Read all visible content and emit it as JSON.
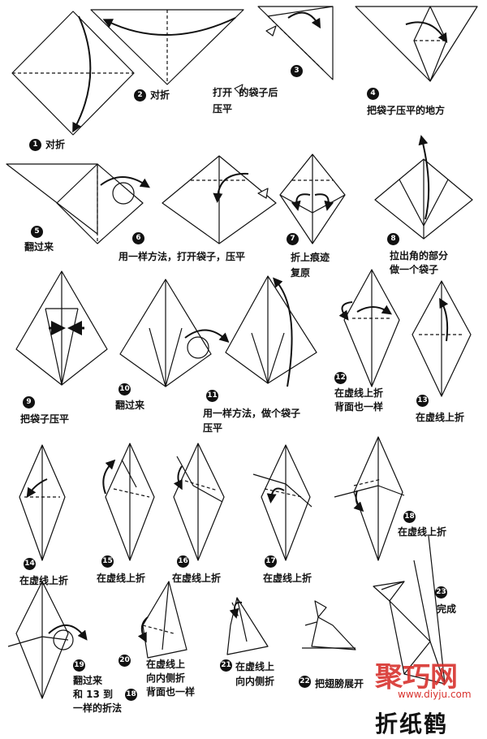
{
  "title": "折纸鹤",
  "watermark": {
    "brand": "聚巧网",
    "url": "www.diyju.com",
    "color": "#d8322e"
  },
  "steps": [
    {
      "n": "1",
      "text": "对折"
    },
    {
      "n": "2",
      "text": "对折"
    },
    {
      "n": "3",
      "text": "打开  的袋子后\n压平"
    },
    {
      "n": "4",
      "text": "把袋子压平的地方"
    },
    {
      "n": "5",
      "text": "翻过来"
    },
    {
      "n": "6",
      "text": "用一样方法，打开袋子，压平"
    },
    {
      "n": "7",
      "text": "折上痕迹\n复原"
    },
    {
      "n": "8",
      "text": "拉出角的部分\n做一个袋子"
    },
    {
      "n": "9",
      "text": "把袋子压平"
    },
    {
      "n": "10",
      "text": "翻过来"
    },
    {
      "n": "11",
      "text": "用一样方法，做个袋子\n压平"
    },
    {
      "n": "12",
      "text": "在虚线上折\n背面也一样"
    },
    {
      "n": "13",
      "text": "在虚线上折"
    },
    {
      "n": "14",
      "text": "在虚线上折"
    },
    {
      "n": "15",
      "text": "在虚线上折"
    },
    {
      "n": "16",
      "text": "在虚线上折"
    },
    {
      "n": "17",
      "text": "在虚线上折"
    },
    {
      "n": "18",
      "text": "在虚线上折"
    },
    {
      "n": "19",
      "text": "翻过来\n和 13 到\n一样的折法"
    },
    {
      "n": "20",
      "text": "在虚线上\n向内侧折\n背面也一样"
    },
    {
      "n": "21",
      "text": "在虚线上\n向内侧折"
    },
    {
      "n": "22",
      "text": "把翅膀展开"
    },
    {
      "n": "23",
      "text": "完成"
    }
  ],
  "step19_ref": "18"
}
